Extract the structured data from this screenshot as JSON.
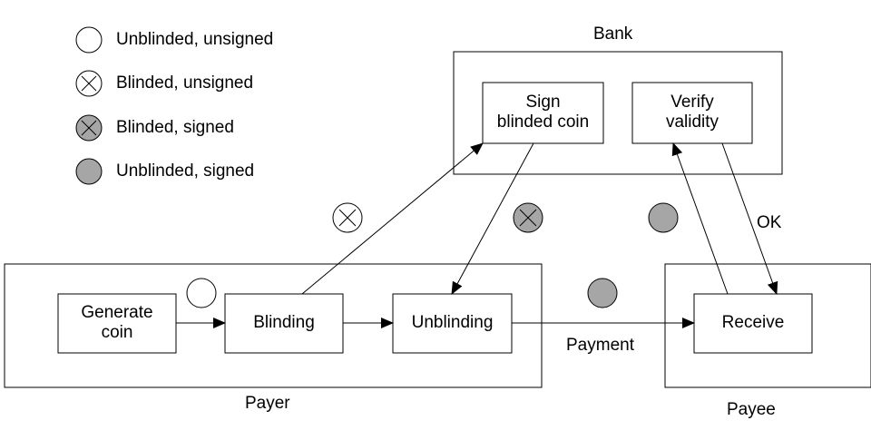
{
  "legend": {
    "items": [
      {
        "label": "Unblinded, unsigned",
        "icon": "unblinded-unsigned-icon"
      },
      {
        "label": "Blinded, unsigned",
        "icon": "blinded-unsigned-icon"
      },
      {
        "label": "Blinded, signed",
        "icon": "blinded-signed-icon"
      },
      {
        "label": "Unblinded, signed",
        "icon": "unblinded-signed-icon"
      }
    ]
  },
  "groups": {
    "bank": "Bank",
    "payer": "Payer",
    "payee": "Payee"
  },
  "nodes": {
    "generate_coin": "Generate\ncoin",
    "blinding": "Blinding",
    "unblinding": "Unblinding",
    "sign_blinded_coin": "Sign\nblinded coin",
    "verify_validity": "Verify\nvalidity",
    "receive": "Receive"
  },
  "edges": {
    "payment": "Payment",
    "ok": "OK"
  },
  "colors": {
    "signed_fill": "#a6a6a6",
    "unsigned_fill": "#ffffff",
    "stroke": "#000000"
  }
}
